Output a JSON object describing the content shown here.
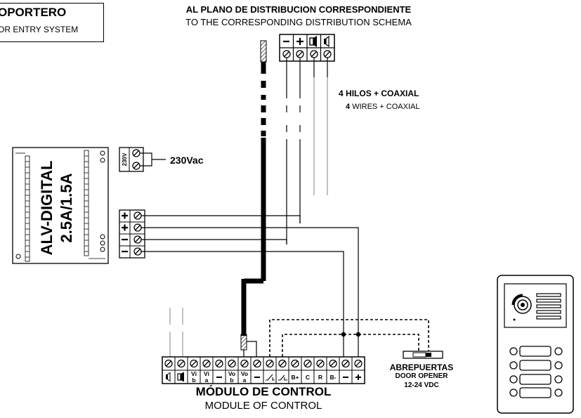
{
  "title_box": {
    "line1": "OPORTERO",
    "line2": "OR ENTRY SYSTEM"
  },
  "top_header": {
    "line1": "AL PLANO DE DISTRIBUCION CORRESPONDIENTE",
    "line2": "TO THE CORRESPONDING DISTRIBUTION SCHEMA"
  },
  "wires_label": {
    "es_count": "4",
    "es_text": "HILOS + COAXIAL",
    "en_count": "4",
    "en_text": "WIRES + COAXIAL"
  },
  "power_supply": {
    "name_line1": "ALV-DIGITAL",
    "name_line2": "2.5A/1.5A",
    "mains_terminal": "230V",
    "mains_label": "230Vac",
    "outputs": [
      "+",
      "+",
      "−",
      "−"
    ]
  },
  "distribution_terminals": [
    "−",
    "+",
    "speaker",
    "mic"
  ],
  "control_module": {
    "title_es": "MÓDULO DE CONTROL",
    "title_en": "MODULE OF CONTROL",
    "terminals": [
      "◁",
      "▭",
      "Vi b",
      "Vi a",
      "−",
      "Vo b",
      "Vo a",
      "−",
      "⌐",
      "↰",
      "B+",
      "C",
      "R",
      "B-",
      "−",
      "+"
    ]
  },
  "door_opener": {
    "label_es": "ABREPUERTAS",
    "label_en": "DOOR OPENER",
    "voltage": "12-24 VDC"
  },
  "entry_panel": {
    "buttons": 4
  }
}
